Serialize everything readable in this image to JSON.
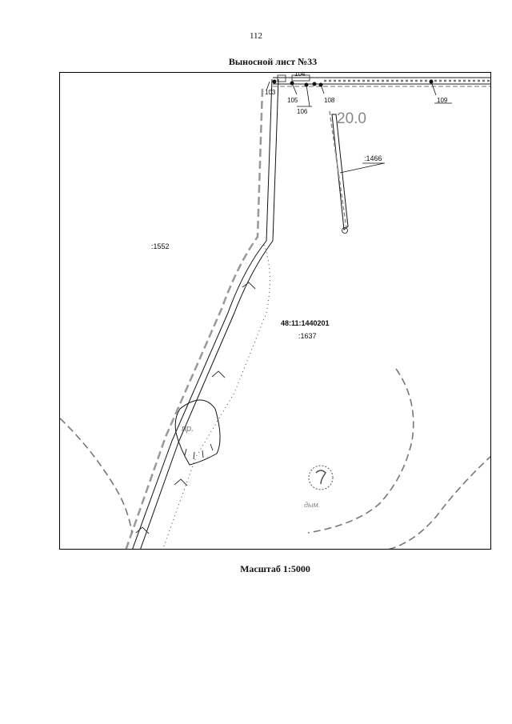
{
  "page": {
    "number": "112"
  },
  "sheet": {
    "title": "Выносной лист №33",
    "scale": "Масштаб 1:5000"
  },
  "map": {
    "parcel_labels": {
      "p1552": ":1552",
      "p1637": ":1637",
      "p1466": ":1466",
      "block": "48:11:1440201"
    },
    "points": [
      "103",
      "104",
      "105",
      "106",
      "108",
      "109"
    ],
    "height_mark": "20.0",
    "symbol_labels": {
      "pr": "пр.",
      "dym": "дым."
    }
  }
}
